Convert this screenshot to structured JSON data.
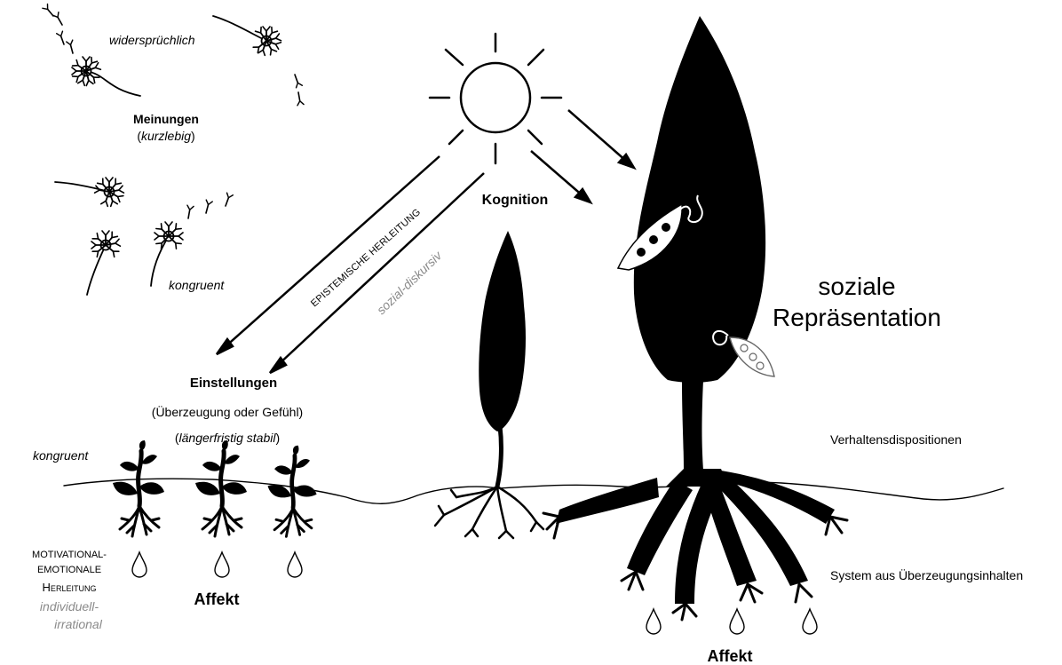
{
  "labels": {
    "widerspruechlich": "widersprüchlich",
    "meinungen": "Meinungen",
    "kurzlebig_open": "(",
    "kurzlebig": "kurzlebig",
    "kurzlebig_close": ")",
    "kongruent_top": "kongruent",
    "kognition": "Kognition",
    "epistemische": "Epistemische Herleitung",
    "sozial_diskursiv": "sozial-diskursiv",
    "einstellungen": "Einstellungen",
    "ueberzeugung": "(Überzeugung oder Gefühl)",
    "laengerfristig_open": "(",
    "laengerfristig": "längerfristig stabil",
    "laengerfristig_close": ")",
    "kongruent_bottom": "kongruent",
    "motivational_1": "MOTIVATIONAL-",
    "motivational_2": "EMOTIONALE",
    "motivational_3": "Herleitung",
    "individuell_1": "individuell-",
    "individuell_2": "irrational",
    "affekt_left": "Affekt",
    "affekt_bottom": "Affekt",
    "soziale": "soziale",
    "repraesentation": "Repräsentation",
    "verhaltensdispositionen": "Verhaltensdispositionen",
    "system": "System aus Überzeugungsinhalten"
  },
  "colors": {
    "ink": "#000000",
    "muted_text": "#8a8a8a",
    "background": "#ffffff"
  },
  "icons": [
    "dandelion-seed-icon",
    "sun-icon",
    "seedling-icon",
    "tree-icon",
    "cypress-tree-icon",
    "pea-pod-icon",
    "water-drop-icon"
  ]
}
